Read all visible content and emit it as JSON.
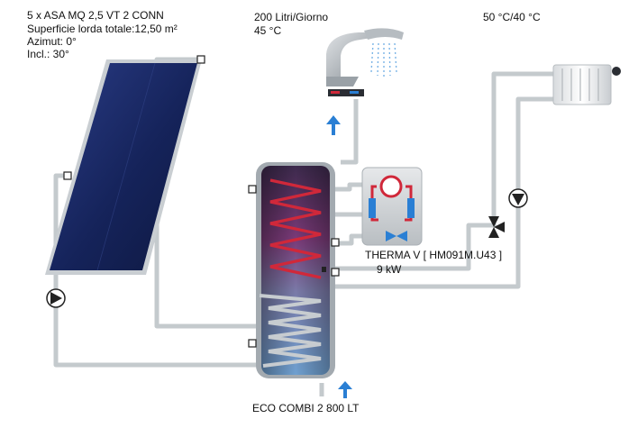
{
  "panel": {
    "line1": "5 x ASA MQ 2,5 VT 2 CONN",
    "line2": "Superficie lorda totale:12,50 m²",
    "line3": "Azimut: 0°",
    "line4": "Incl.: 30°"
  },
  "dhw": {
    "flow": "200 Litri/Giorno",
    "temp": "45 °C"
  },
  "heating": {
    "temp": "50 °C/40 °C"
  },
  "heat_pump": {
    "model": "THERMA V [ HM091M.U43 ]",
    "power": "9 kW"
  },
  "tank": {
    "label": "ECO COMBI 2 800 LT"
  },
  "colors": {
    "pipe": "#c4cacd",
    "panel": "#1b2a63",
    "tank_top": "#4a2a55",
    "tank_bottom": "#7fa4c8",
    "coil_hot": "#d0283a",
    "coil_cold": "#9aa3aa",
    "arrow": "#2a7fd4"
  }
}
